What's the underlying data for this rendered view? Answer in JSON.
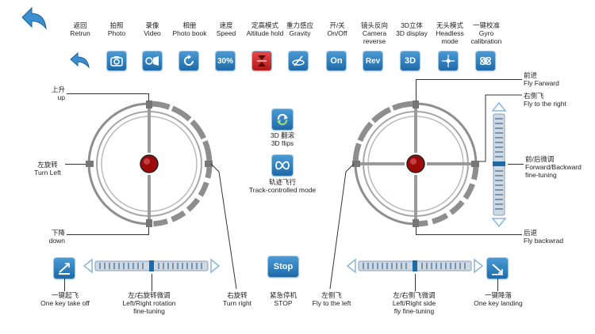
{
  "top_buttons": [
    {
      "id": "return",
      "cn": "返回",
      "en": [
        "Retrun"
      ]
    },
    {
      "id": "photo",
      "cn": "拍照",
      "en": [
        "Photo"
      ]
    },
    {
      "id": "video",
      "cn": "录像",
      "en": [
        "Video"
      ]
    },
    {
      "id": "photobook",
      "cn": "相册",
      "en": [
        "Photo book"
      ]
    },
    {
      "id": "speed",
      "cn": "速度",
      "en": [
        "Speed"
      ],
      "text": "30%"
    },
    {
      "id": "altitude",
      "cn": "定高模式",
      "en": [
        "Altitude hold"
      ]
    },
    {
      "id": "gravity",
      "cn": "重力感应",
      "en": [
        "Gravity"
      ]
    },
    {
      "id": "onoff",
      "cn": "开/关",
      "en": [
        "On/Off"
      ],
      "text": "On"
    },
    {
      "id": "camera",
      "cn": "镜头反向",
      "en": [
        "Camera",
        "reverse"
      ],
      "text": "Rev"
    },
    {
      "id": "display3d",
      "cn": "3D立体",
      "en": [
        "3D display"
      ],
      "text": "3D"
    },
    {
      "id": "headless",
      "cn": "无头模式",
      "en": [
        "Headless",
        "mode"
      ]
    },
    {
      "id": "gyro",
      "cn": "一键校准",
      "en": [
        "Gyro",
        "calibration"
      ]
    }
  ],
  "left_stick": {
    "up": {
      "cn": "上升",
      "en": "up"
    },
    "turn_left": {
      "cn": "左旋转",
      "en": "Turn Left"
    },
    "down": {
      "cn": "下降",
      "en": "down"
    },
    "turn_right": {
      "cn": "右旋转",
      "en": "Turn right"
    }
  },
  "right_stick": {
    "forward": {
      "cn": "前进",
      "en": "Fly Farward"
    },
    "fly_right": {
      "cn": "右侧飞",
      "en": "Fly to the right"
    },
    "fb_trim": {
      "cn": "前/后微调",
      "en1": "Forward/Backward",
      "en2": "fine-tuning"
    },
    "backward": {
      "cn": "后退",
      "en": "Fly backwrad"
    },
    "fly_left": {
      "cn": "左侧飞",
      "en": "Fly to the left"
    }
  },
  "center": {
    "flip": {
      "cn": "3D 翻滚",
      "en": "3D flips"
    },
    "track": {
      "cn": "轨迹飞行",
      "en": "Track-controlled mode"
    },
    "stop": {
      "text": "Stop",
      "cn": "紧急停机",
      "en": "STOP"
    }
  },
  "bottom": {
    "takeoff": {
      "cn": "一键起飞",
      "en": "One key take off"
    },
    "rotation_trim": {
      "cn": "左/右旋转微调",
      "en1": "Left/Right rotation",
      "en2": "fine-tuning"
    },
    "side_trim": {
      "cn": "左/右侧飞微调",
      "en1": "Left/Right side",
      "en2": "fly fine-tuning"
    },
    "landing": {
      "cn": "一键降落",
      "en": "One key landing"
    }
  },
  "colors": {
    "accent": "#1e6aa8",
    "knob": "#b01010",
    "ring": "#8a8a8a"
  }
}
